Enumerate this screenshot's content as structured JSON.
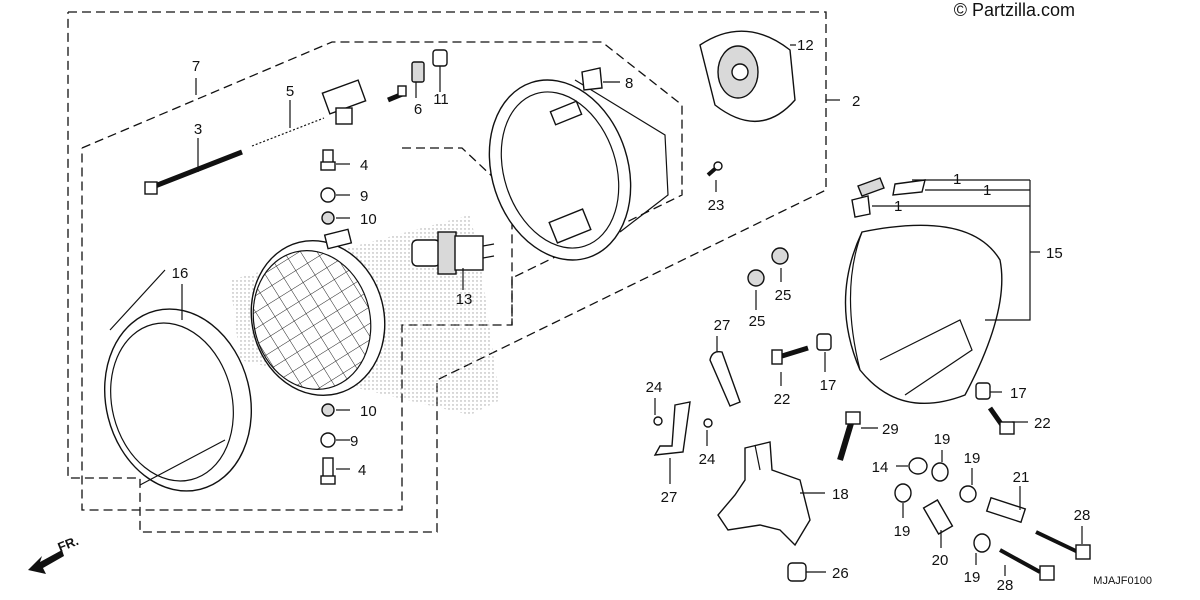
{
  "copyright": "© Partzilla.com",
  "diagram_code": "MJAJF0100",
  "front_label": "FR.",
  "callouts": {
    "c1a": "1",
    "c1b": "1",
    "c1c": "1",
    "c2": "2",
    "c3": "3",
    "c4a": "4",
    "c4b": "4",
    "c5": "5",
    "c6": "6",
    "c7": "7",
    "c8": "8",
    "c9a": "9",
    "c9b": "9",
    "c10a": "10",
    "c10b": "10",
    "c11": "11",
    "c12": "12",
    "c13": "13",
    "c14": "14",
    "c15": "15",
    "c16": "16",
    "c17a": "17",
    "c17b": "17",
    "c18": "18",
    "c19a": "19",
    "c19b": "19",
    "c19c": "19",
    "c19d": "19",
    "c20": "20",
    "c21": "21",
    "c22a": "22",
    "c22b": "22",
    "c23": "23",
    "c24a": "24",
    "c24b": "24",
    "c25a": "25",
    "c25b": "25",
    "c26": "26",
    "c27a": "27",
    "c27b": "27",
    "c28a": "28",
    "c28b": "28",
    "c29": "29"
  }
}
